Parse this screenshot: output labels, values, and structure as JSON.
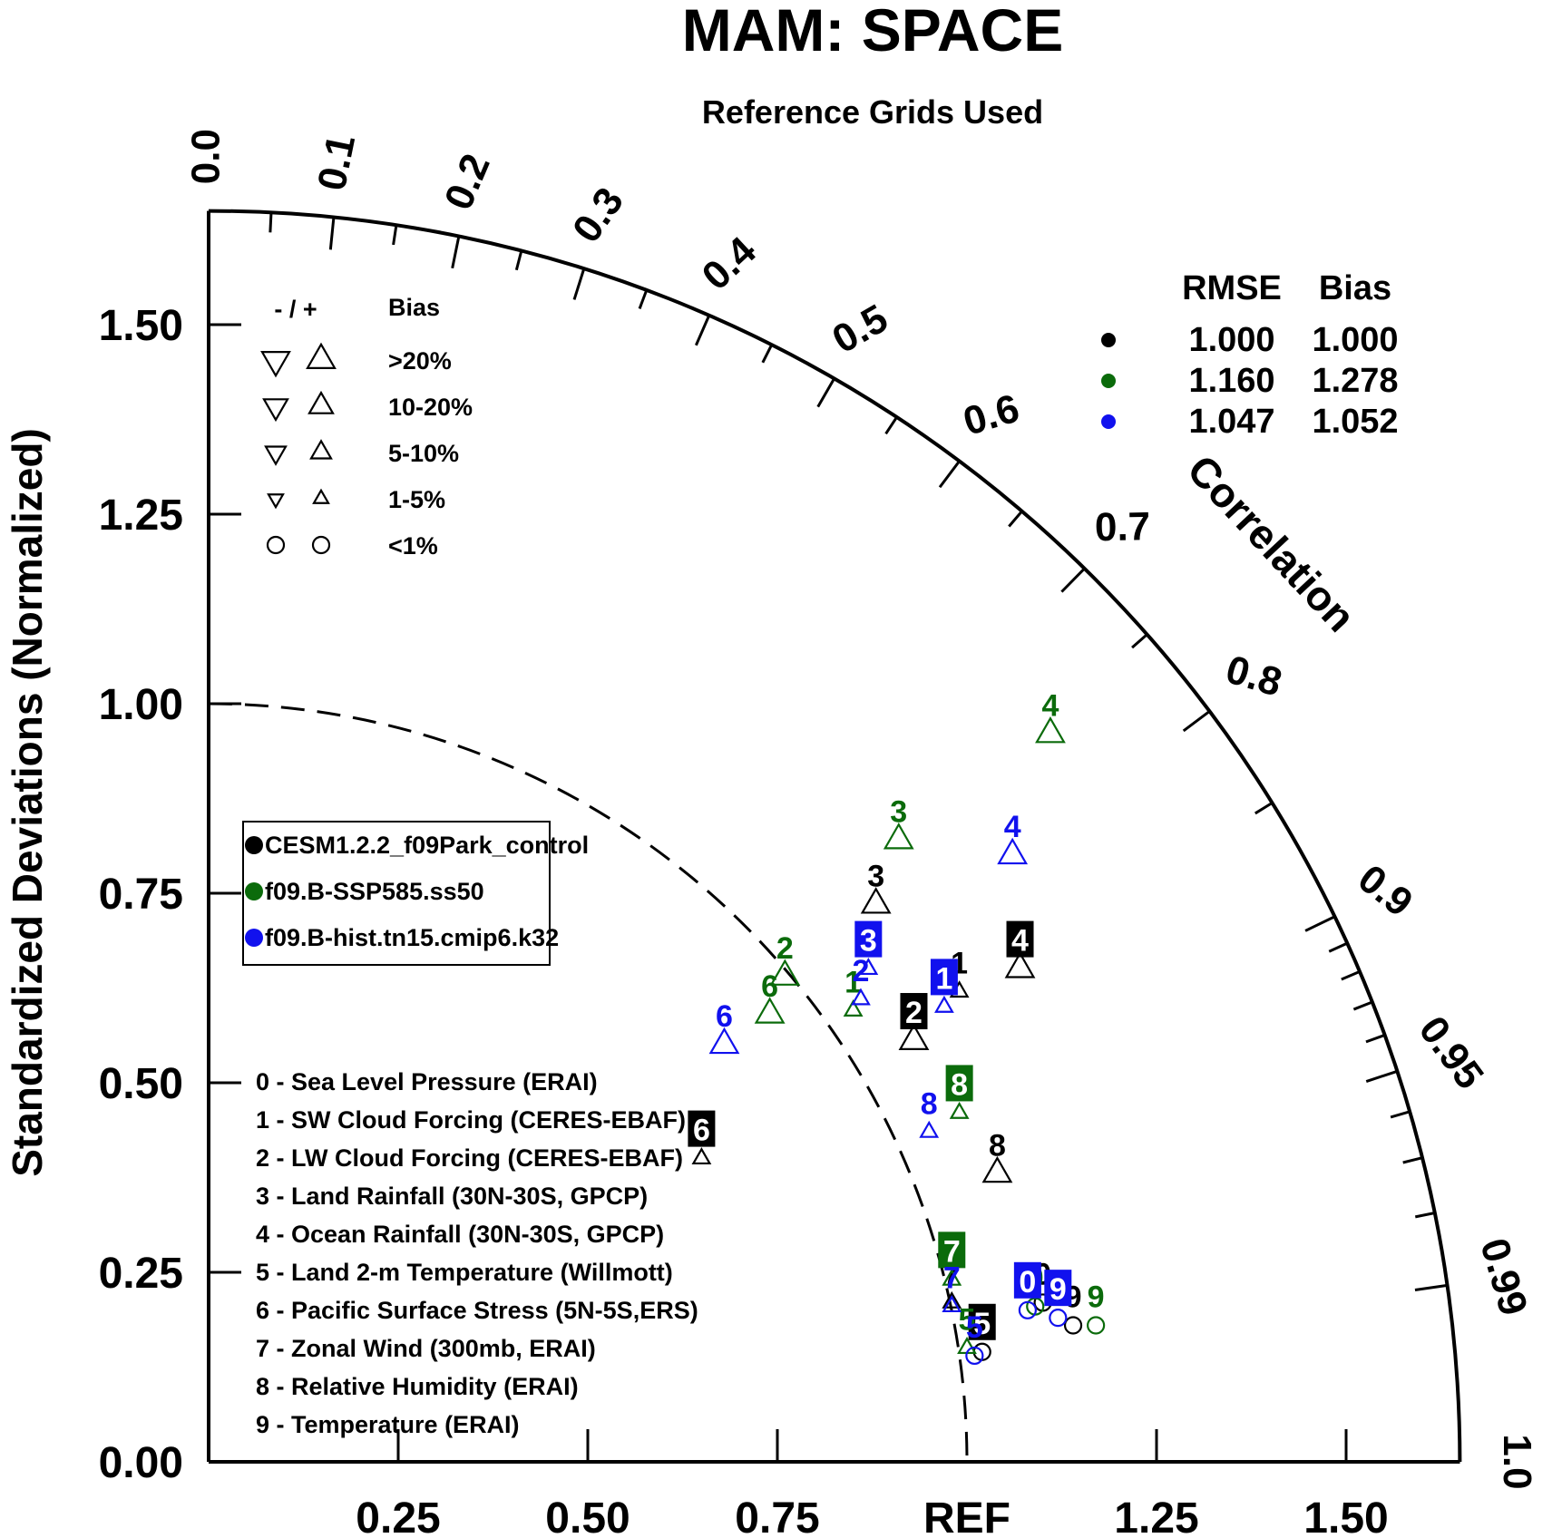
{
  "chart_data": {
    "type": "scatter",
    "subtype": "taylor-diagram",
    "title": "MAM: SPACE",
    "subtitle": "Reference Grids Used",
    "ylabel": "Standardized Deviations (Normalized)",
    "angular_label": "Correlation",
    "ref_label": "REF",
    "std_range": [
      0,
      1.65
    ],
    "std_ticks": [
      "0.00",
      "0.25",
      "0.50",
      "0.75",
      "1.00",
      "1.25",
      "1.50"
    ],
    "x_ticks": [
      "0.25",
      "0.50",
      "0.75",
      "1.25",
      "1.50"
    ],
    "corr_labels": [
      "0.0",
      "0.1",
      "0.2",
      "0.3",
      "0.4",
      "0.5",
      "0.6",
      "0.7",
      "0.8",
      "0.9",
      "0.95",
      "0.99",
      "1.0"
    ],
    "bias_legend": {
      "header_sign": "- / +",
      "header": "Bias",
      "rows": [
        ">20%",
        "10-20%",
        "5-10%",
        "1-5%",
        "<1%"
      ]
    },
    "stats_table": {
      "col_rmse": "RMSE",
      "col_bias": "Bias",
      "rows": [
        {
          "color": "#000000",
          "rmse": "1.000",
          "bias": "1.000"
        },
        {
          "color": "#0b6b0b",
          "rmse": "1.160",
          "bias": "1.278"
        },
        {
          "color": "#1111ee",
          "rmse": "1.047",
          "bias": "1.052"
        }
      ]
    },
    "series": [
      {
        "name": "CESM1.2.2_f09Park_control",
        "color": "#000000",
        "points": [
          {
            "id": "0",
            "x": 1.1,
            "y": 0.21,
            "marker": "circle",
            "boxed": false
          },
          {
            "id": "1",
            "x": 0.99,
            "y": 0.62,
            "marker": "tri-small",
            "boxed": false
          },
          {
            "id": "2",
            "x": 0.93,
            "y": 0.555,
            "marker": "tri-big",
            "boxed": true
          },
          {
            "id": "3",
            "x": 0.88,
            "y": 0.735,
            "marker": "tri-big",
            "boxed": false
          },
          {
            "id": "4",
            "x": 1.07,
            "y": 0.65,
            "marker": "tri-big",
            "boxed": true
          },
          {
            "id": "5",
            "x": 1.02,
            "y": 0.145,
            "marker": "circle",
            "boxed": true
          },
          {
            "id": "6",
            "x": 0.65,
            "y": 0.4,
            "marker": "tri-small",
            "boxed": true
          },
          {
            "id": "7",
            "x": 0.98,
            "y": 0.21,
            "marker": "tri-small",
            "boxed": false
          },
          {
            "id": "8",
            "x": 1.04,
            "y": 0.38,
            "marker": "tri-big",
            "boxed": false
          },
          {
            "id": "9",
            "x": 1.14,
            "y": 0.18,
            "marker": "circle",
            "boxed": false
          }
        ]
      },
      {
        "name": "f09.B-SSP585.ss50",
        "color": "#0b6b0b",
        "points": [
          {
            "id": "0",
            "x": 1.09,
            "y": 0.205,
            "marker": "circle",
            "boxed": false
          },
          {
            "id": "1",
            "x": 0.85,
            "y": 0.595,
            "marker": "tri-small",
            "boxed": false
          },
          {
            "id": "2",
            "x": 0.76,
            "y": 0.64,
            "marker": "tri-big",
            "boxed": false
          },
          {
            "id": "3",
            "x": 0.91,
            "y": 0.82,
            "marker": "tri-big",
            "boxed": false
          },
          {
            "id": "4",
            "x": 1.11,
            "y": 0.96,
            "marker": "tri-big",
            "boxed": false
          },
          {
            "id": "5",
            "x": 1.0,
            "y": 0.15,
            "marker": "tri-small",
            "boxed": false
          },
          {
            "id": "6",
            "x": 0.74,
            "y": 0.59,
            "marker": "tri-big",
            "boxed": false
          },
          {
            "id": "7",
            "x": 0.98,
            "y": 0.24,
            "marker": "tri-small",
            "boxed": true
          },
          {
            "id": "8",
            "x": 0.99,
            "y": 0.46,
            "marker": "tri-small",
            "boxed": true
          },
          {
            "id": "9",
            "x": 1.17,
            "y": 0.18,
            "marker": "circle",
            "boxed": false
          }
        ]
      },
      {
        "name": "f09.B-hist.tn15.cmip6.k32",
        "color": "#1111ee",
        "points": [
          {
            "id": "0",
            "x": 1.08,
            "y": 0.2,
            "marker": "circle",
            "boxed": true
          },
          {
            "id": "1",
            "x": 0.97,
            "y": 0.6,
            "marker": "tri-small",
            "boxed": true
          },
          {
            "id": "2",
            "x": 0.86,
            "y": 0.61,
            "marker": "tri-small",
            "boxed": false
          },
          {
            "id": "3",
            "x": 0.87,
            "y": 0.65,
            "marker": "tri-small",
            "boxed": true
          },
          {
            "id": "4",
            "x": 1.06,
            "y": 0.8,
            "marker": "tri-big",
            "boxed": false
          },
          {
            "id": "5",
            "x": 1.01,
            "y": 0.14,
            "marker": "circle",
            "boxed": false
          },
          {
            "id": "6",
            "x": 0.68,
            "y": 0.55,
            "marker": "tri-big",
            "boxed": false
          },
          {
            "id": "7",
            "x": 0.98,
            "y": 0.205,
            "marker": "tri-small",
            "boxed": false
          },
          {
            "id": "8",
            "x": 0.95,
            "y": 0.435,
            "marker": "tri-small",
            "boxed": false
          },
          {
            "id": "9",
            "x": 1.12,
            "y": 0.19,
            "marker": "circle",
            "boxed": true
          }
        ]
      }
    ],
    "variables": [
      "0 - Sea Level Pressure (ERAI)",
      "1 - SW Cloud Forcing (CERES-EBAF)",
      "2 - LW Cloud Forcing (CERES-EBAF)",
      "3 - Land Rainfall (30N-30S, GPCP)",
      "4 - Ocean Rainfall (30N-30S, GPCP)",
      "5 - Land 2-m Temperature (Willmott)",
      "6 - Pacific Surface Stress (5N-5S,ERS)",
      "7 - Zonal Wind (300mb, ERAI)",
      "8 - Relative Humidity (ERAI)",
      "9 - Temperature (ERAI)"
    ]
  }
}
